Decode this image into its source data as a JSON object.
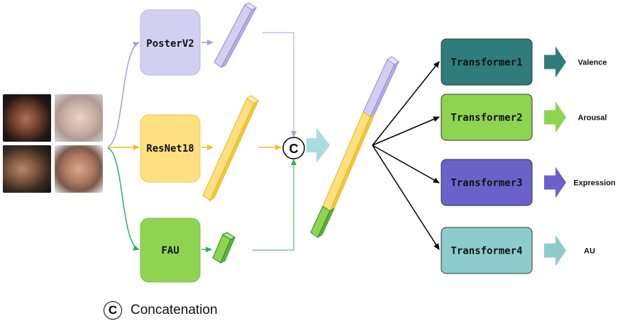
{
  "backbones": {
    "poster": "PosterV2",
    "resnet": "ResNet18",
    "fau": "FAU"
  },
  "concat_symbol": "C",
  "heads": [
    {
      "label": "Transformer1",
      "output": "Valence",
      "color": "#2f7c7c"
    },
    {
      "label": "Transformer2",
      "output": "Arousal",
      "color": "#8ed451"
    },
    {
      "label": "Transformer3",
      "output": "Expression",
      "color": "#6a62c8"
    },
    {
      "label": "Transformer4",
      "output": "AU",
      "color": "#8dcccc"
    }
  ],
  "legend": {
    "symbol": "C",
    "text": "Concatenation"
  },
  "colors": {
    "poster_box": "#d2d0f1",
    "resnet_box": "#ffe080",
    "fau_box": "#8ed451",
    "poster_line": "#a39ee0",
    "resnet_line": "#f5bf1a",
    "fau_line": "#2fb05a"
  },
  "input_faces": [
    "face-image-1",
    "face-image-2",
    "face-image-3",
    "face-image-4"
  ]
}
